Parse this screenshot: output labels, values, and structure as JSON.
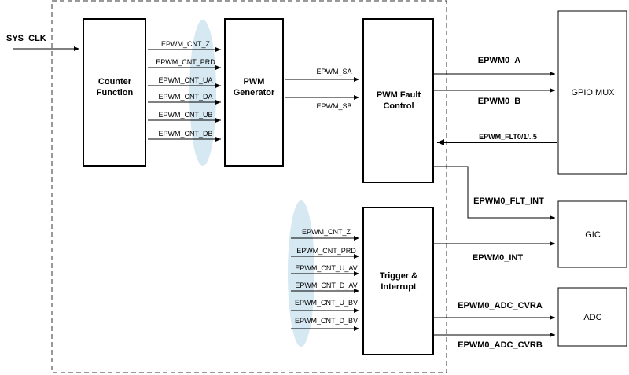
{
  "inputs": {
    "sys_clk": "SYS_CLK"
  },
  "blocks": {
    "counter": [
      "Counter",
      "Function"
    ],
    "pwm_gen": [
      "PWM",
      "Generator"
    ],
    "fault": [
      "PWM Fault",
      "Control"
    ],
    "trigger": [
      "Trigger &",
      "Interrupt"
    ]
  },
  "external": {
    "gpio_mux": "GPIO MUX",
    "gic": "GIC",
    "adc": "ADC"
  },
  "counter_outputs": [
    "EPWM_CNT_Z",
    "EPWM_CNT_PRD",
    "EPWM_CNT_UA",
    "EPWM_CNT_DA",
    "EPWM_CNT_UB",
    "EPWM_CNT_DB"
  ],
  "pwm_outputs": [
    "EPWM_SA",
    "EPWM_SB"
  ],
  "trigger_inputs": [
    "EPWM_CNT_Z",
    "EPWM_CNT_PRD",
    "EPWM_CNT_U_AV",
    "EPWM_CNT_D_AV",
    "EPWM_CNT_U_BV",
    "EPWM_CNT_D_BV"
  ],
  "signals": {
    "epwm0_a": "EPWM0_A",
    "epwm0_b": "EPWM0_B",
    "fault_in": "EPWM_FLT0/1/..5",
    "flt_int": "EPWM0_FLT_INT",
    "int": "EPWM0_INT",
    "adc_cvra": "EPWM0_ADC_CVRA",
    "adc_cvrb": "EPWM0_ADC_CVRB"
  },
  "colors": {
    "line": "#000000",
    "highlight": "#d6e8f2",
    "dashed_border": "#333333"
  }
}
